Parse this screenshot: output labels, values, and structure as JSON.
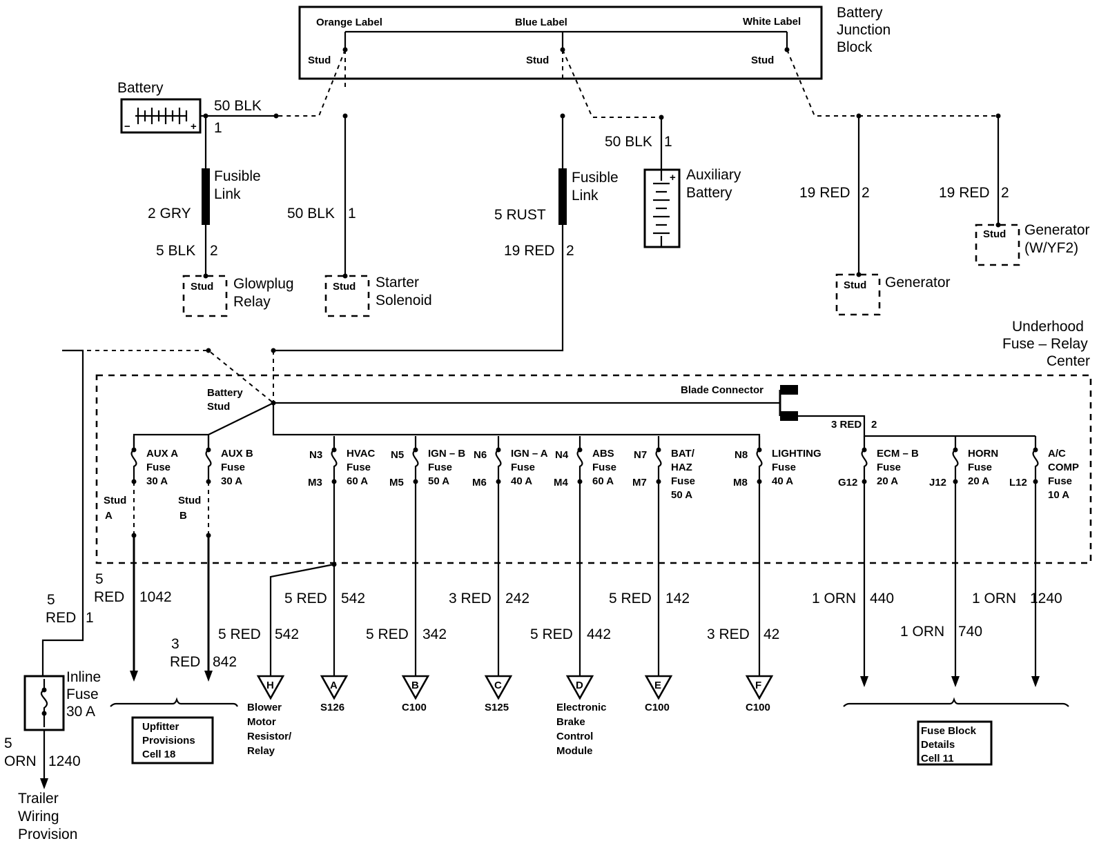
{
  "junction_block": {
    "title": [
      "Battery",
      "Junction",
      "Block"
    ],
    "orange_label": "Orange Label",
    "blue_label": "Blue Label",
    "white_label": "White Label",
    "stud": "Stud"
  },
  "battery": {
    "label": "Battery",
    "wire": "50 BLK",
    "pin": "1"
  },
  "glowplug": {
    "fusible_link": [
      "Fusible",
      "Link"
    ],
    "link_wire": "2 GRY",
    "wire": "5 BLK",
    "pin": "2",
    "stud": "Stud",
    "name": [
      "Glowplug",
      "Relay"
    ]
  },
  "starter": {
    "wire": "50 BLK",
    "pin": "1",
    "stud": "Stud",
    "name": [
      "Starter",
      "Solenoid"
    ]
  },
  "center_feed": {
    "fusible_link": [
      "Fusible",
      "Link"
    ],
    "link_wire": "5 RUST",
    "wire": "19 RED",
    "pin": "2"
  },
  "aux_battery": {
    "wire": "50 BLK",
    "pin": "1",
    "name": [
      "Auxiliary",
      "Battery"
    ]
  },
  "generator": {
    "wire": "19 RED",
    "pin": "2",
    "stud": "Stud",
    "name": "Generator"
  },
  "generator_yf2": {
    "wire": "19 RED",
    "pin": "2",
    "stud": "Stud",
    "name": [
      "Generator",
      "(W/YF2)"
    ]
  },
  "fuse_center": {
    "title": [
      "Underhood",
      "Fuse – Relay",
      "Center"
    ],
    "battery_stud": [
      "Battery",
      "Stud"
    ],
    "blade_connector": "Blade Connector",
    "blade_wire": "3 RED",
    "blade_pin": "2"
  },
  "fuses": [
    {
      "id": "aux-a",
      "name": [
        "AUX A",
        "Fuse",
        "30 A"
      ],
      "in": "",
      "out": "",
      "stud": [
        "Stud",
        "A"
      ]
    },
    {
      "id": "aux-b",
      "name": [
        "AUX B",
        "Fuse",
        "30 A"
      ],
      "in": "",
      "out": "",
      "stud": [
        "Stud",
        "B"
      ]
    },
    {
      "id": "hvac",
      "name": [
        "HVAC",
        "Fuse",
        "60 A"
      ],
      "in": "N3",
      "out": "M3"
    },
    {
      "id": "ign-b",
      "name": [
        "IGN – B",
        "Fuse",
        "50 A"
      ],
      "in": "N5",
      "out": "M5"
    },
    {
      "id": "ign-a",
      "name": [
        "IGN – A",
        "Fuse",
        "40 A"
      ],
      "in": "N6",
      "out": "M6"
    },
    {
      "id": "abs",
      "name": [
        "ABS",
        "Fuse",
        "60 A"
      ],
      "in": "N4",
      "out": "M4"
    },
    {
      "id": "bat-haz",
      "name": [
        "BAT/",
        "HAZ",
        "Fuse",
        "50 A"
      ],
      "in": "N7",
      "out": "M7"
    },
    {
      "id": "lighting",
      "name": [
        "LIGHTING",
        "Fuse",
        "40 A"
      ],
      "in": "N8",
      "out": "M8"
    },
    {
      "id": "ecm-b",
      "name": [
        "ECM – B",
        "Fuse",
        "20 A"
      ],
      "in": "",
      "out": "G12"
    },
    {
      "id": "horn",
      "name": [
        "HORN",
        "Fuse",
        "20 A"
      ],
      "in": "",
      "out": "J12"
    },
    {
      "id": "ac-comp",
      "name": [
        "A/C",
        "COMP",
        "Fuse",
        "10 A"
      ],
      "in": "",
      "out": "L12"
    }
  ],
  "circuits": {
    "trailer_feed": {
      "gauge": "5",
      "color": "RED",
      "num": "1"
    },
    "inline_fuse": [
      "Inline",
      "Fuse",
      "30 A"
    ],
    "trailer_out": {
      "gauge": "5",
      "color": "ORN",
      "num": "1240"
    },
    "trailer_name": [
      "Trailer",
      "Wiring",
      "Provision"
    ],
    "aux_a_wire": {
      "gauge": "5",
      "color": "RED",
      "num": "1042"
    },
    "aux_b_wire": {
      "gauge": "3",
      "color": "RED",
      "num": "842"
    },
    "upfitter": [
      "Upfitter",
      "Provisions",
      "Cell 18"
    ],
    "hvac_wire": "5 RED",
    "hvac_num": "542",
    "blower_wire": "5 RED",
    "blower_num": "542",
    "ign_b_wire": "5 RED",
    "ign_b_num": "342",
    "ign_a_wire": "3 RED",
    "ign_a_num": "242",
    "abs_wire": "5 RED",
    "abs_num": "442",
    "bat_wire": "5 RED",
    "bat_num": "142",
    "light_wire": "3 RED",
    "light_num": "42",
    "ecm_wire": "1 ORN",
    "ecm_num": "440",
    "horn_wire": "1 ORN",
    "horn_num": "740",
    "ac_wire": "1 ORN",
    "ac_num": "1240",
    "fuse_block": [
      "Fuse Block",
      "Details",
      "Cell 11"
    ]
  },
  "connectors": [
    {
      "letter": "H",
      "dest": [
        "Blower",
        "Motor",
        "Resistor/",
        "Relay"
      ]
    },
    {
      "letter": "A",
      "dest": [
        "S126"
      ]
    },
    {
      "letter": "B",
      "dest": [
        "C100"
      ]
    },
    {
      "letter": "C",
      "dest": [
        "S125"
      ]
    },
    {
      "letter": "D",
      "dest": [
        "Electronic",
        "Brake",
        "Control",
        "Module"
      ]
    },
    {
      "letter": "E",
      "dest": [
        "C100"
      ]
    },
    {
      "letter": "F",
      "dest": [
        "C100"
      ]
    }
  ]
}
